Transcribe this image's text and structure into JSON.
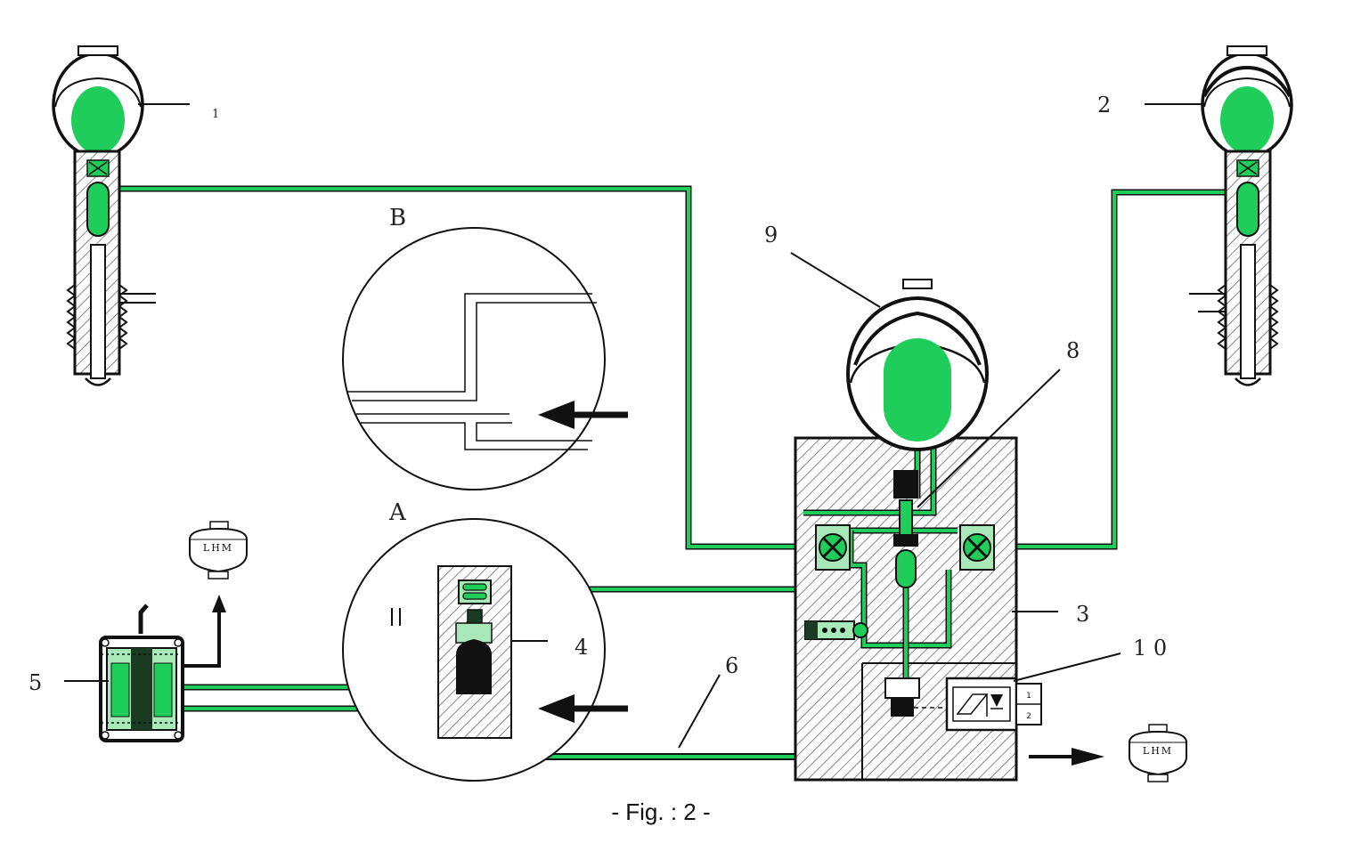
{
  "figure": {
    "caption": "- Fig. : 2 -",
    "colors": {
      "fluid": "#1fce5a",
      "fluid_light": "#a9e8b9",
      "line": "#111111",
      "hatch": "#444444"
    }
  },
  "labels": {
    "c1": "1",
    "c2": "2",
    "c3": "3",
    "c4": "4",
    "c5": "5",
    "c6": "6",
    "c8": "8",
    "c9": "9",
    "c10": "1 0",
    "detailA": "A",
    "detailB": "B"
  },
  "reservoir": {
    "text": "LHM"
  },
  "electrovalve": {
    "pin1": "1",
    "pin2": "2"
  }
}
